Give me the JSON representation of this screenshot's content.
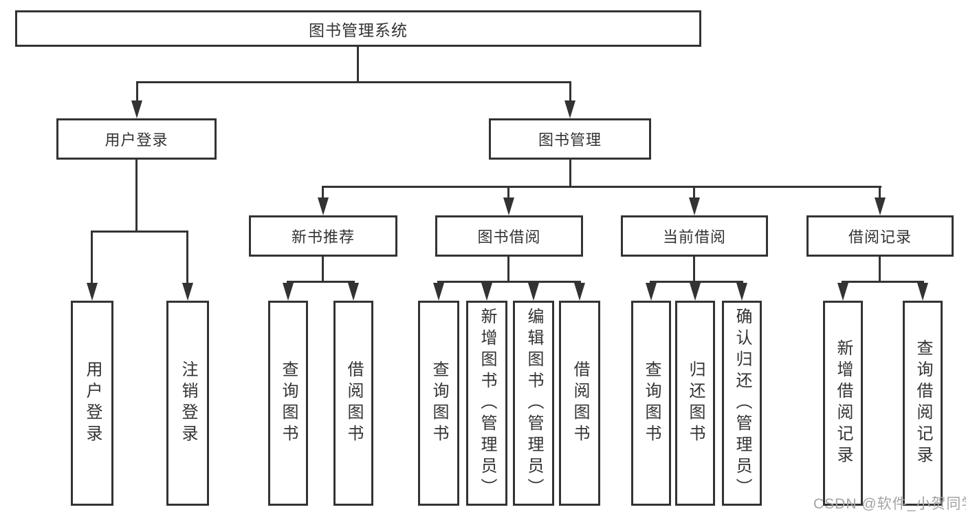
{
  "title": {
    "label": "图书管理系统"
  },
  "branches": {
    "user_login": {
      "label": "用户登录",
      "children": [
        {
          "label": "用户登录"
        },
        {
          "label": "注销登录"
        }
      ]
    },
    "book_management": {
      "label": "图书管理",
      "sections": [
        {
          "label": "新书推荐",
          "children": [
            {
              "label": "查询图书"
            },
            {
              "label": "借阅图书"
            }
          ]
        },
        {
          "label": "图书借阅",
          "children": [
            {
              "label": "查询图书"
            },
            {
              "label": "新增图书（管理员）"
            },
            {
              "label": "编辑图书（管理员）"
            },
            {
              "label": "借阅图书"
            }
          ]
        },
        {
          "label": "当前借阅",
          "children": [
            {
              "label": "查询图书"
            },
            {
              "label": "归还图书"
            },
            {
              "label": "确认归还（管理员）"
            }
          ]
        },
        {
          "label": "借阅记录",
          "children": [
            {
              "label": "新增借阅记录"
            },
            {
              "label": "查询借阅记录"
            }
          ]
        }
      ]
    }
  },
  "watermark": {
    "text": "CSDN @软件_小贺同学"
  },
  "colors": {
    "line": "#333333",
    "box_border": "#333333",
    "box_bg": "#ffffff",
    "canvas_bg": "#ffffff",
    "text": "#333333",
    "watermark": "#a3a3a3"
  }
}
